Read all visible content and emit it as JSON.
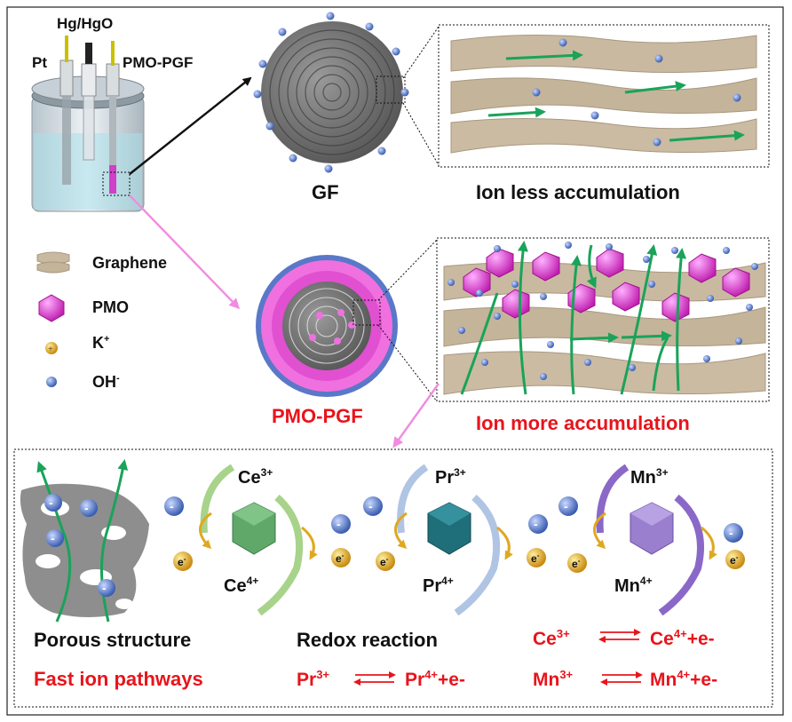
{
  "cell": {
    "ref_electrode": "Hg/HgO",
    "counter_electrode": "Pt",
    "working_electrode": "PMO-PGF"
  },
  "gf": {
    "label": "GF",
    "caption": "Ion less accumulation"
  },
  "pgf": {
    "label": "PMO-PGF",
    "caption": "Ion more accumulation"
  },
  "legend": {
    "graphene": "Graphene",
    "pmo": "PMO",
    "k": "K",
    "k_sup": "+",
    "oh": "OH",
    "oh_sup": "-"
  },
  "bottom": {
    "porous_title": "Porous structure",
    "porous_sub": "Fast ion pathways",
    "redox_title": "Redox reaction",
    "electron": "e",
    "electron_sup": "-",
    "minus": "-",
    "cycles": [
      {
        "ion": "Ce",
        "upper": "3+",
        "lower": "4+",
        "color": "#5fa86a"
      },
      {
        "ion": "Pr",
        "upper": "3+",
        "lower": "4+",
        "color": "#1f6f7a"
      },
      {
        "ion": "Mn",
        "upper": "3+",
        "lower": "4+",
        "color": "#9b7fcf"
      }
    ],
    "eq": {
      "ce_a": "Ce",
      "ce_a_sup": "3+",
      "ce_b": "Ce",
      "ce_b_sup": "4+",
      "ce_tail": "+e-",
      "pr_a": "Pr",
      "pr_a_sup": "3+",
      "pr_b": "Pr",
      "pr_b_sup": "4+",
      "pr_tail": "+e-",
      "mn_a": "Mn",
      "mn_a_sup": "3+",
      "mn_b": "Mn",
      "mn_b_sup": "4+",
      "mn_tail": "+e-"
    }
  },
  "colors": {
    "red_text": "#e8141c",
    "green_arrow": "#1aa35a",
    "pmo_pink": "#e040d0",
    "oh_blue": "#4a6fc0",
    "k_gold": "#e0a820",
    "graphene": "#c9b9a0",
    "pink_arrow": "#f08ce0"
  }
}
